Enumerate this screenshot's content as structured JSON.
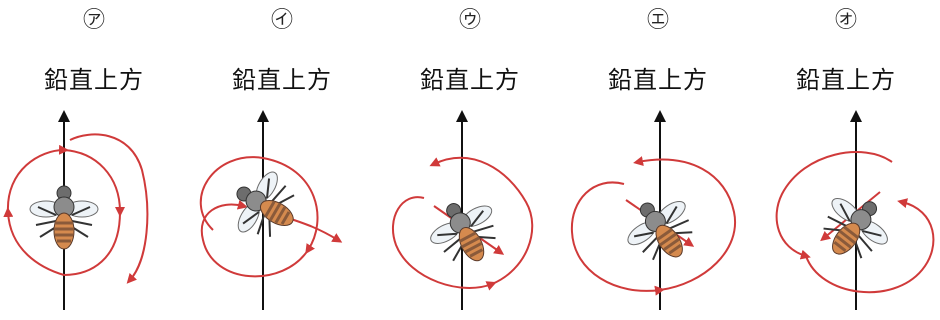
{
  "panels": [
    {
      "label": "㋐",
      "caption": "鉛直上方"
    },
    {
      "label": "㋑",
      "caption": "鉛直上方"
    },
    {
      "label": "㋒",
      "caption": "鉛直上方"
    },
    {
      "label": "㋓",
      "caption": "鉛直上方"
    },
    {
      "label": "㋔",
      "caption": "鉛直上方"
    }
  ],
  "colors": {
    "path": "#d03a3a",
    "axis": "#111111",
    "bee_body": "#8a5a3a",
    "bee_stripe": "#d58a4e"
  }
}
